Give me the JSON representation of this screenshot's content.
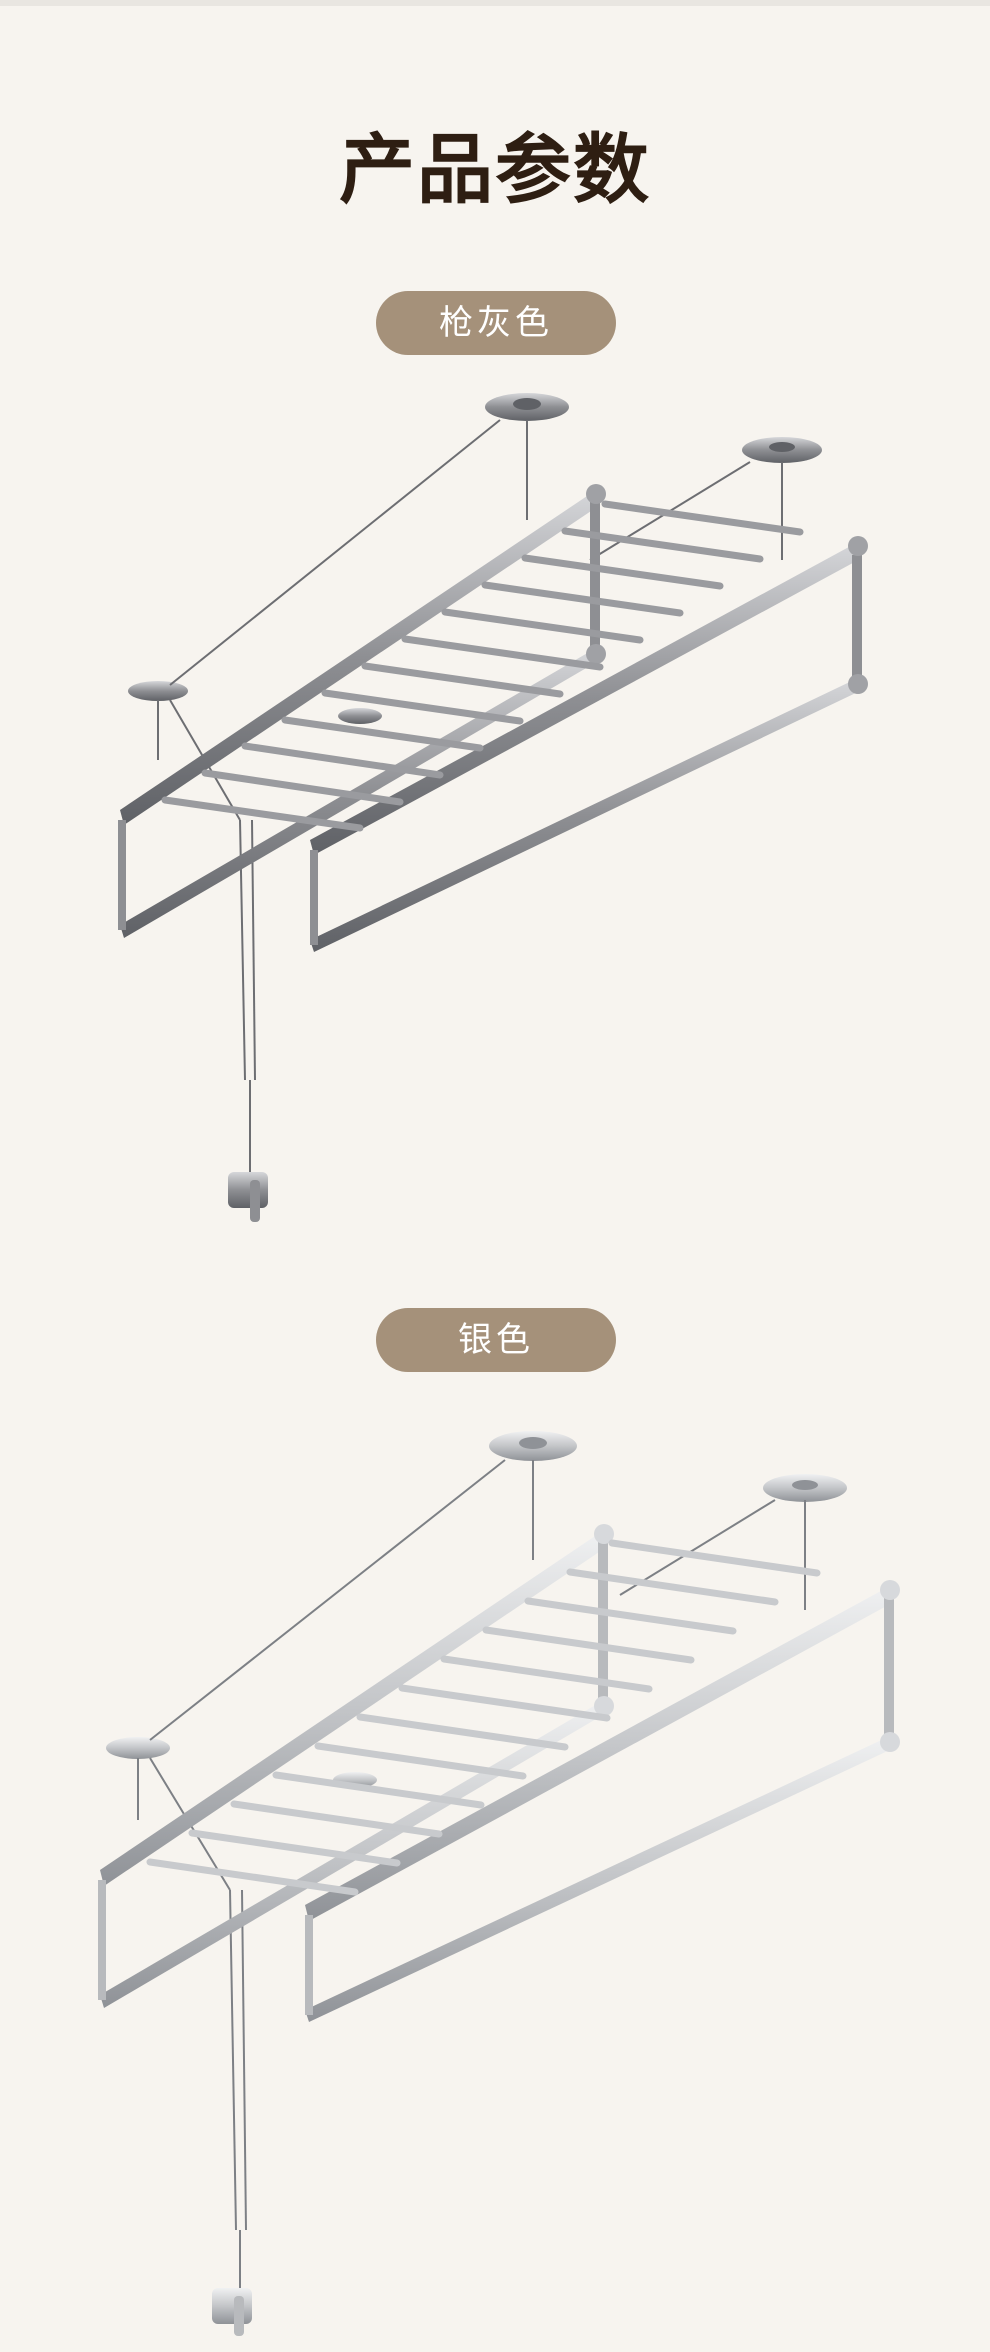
{
  "page": {
    "title": "产品参数"
  },
  "variants": [
    {
      "label": "枪灰色",
      "metal": "#8e8f93",
      "metal_dark": "#5f6166",
      "metal_light": "#d6d7da"
    },
    {
      "label": "银色",
      "metal": "#c3c5c8",
      "metal_dark": "#8f9297",
      "metal_light": "#f0f1f2"
    }
  ],
  "colors": {
    "background": "#f7f4ef",
    "title": "#2e1e12",
    "pill": "#a5917a"
  }
}
